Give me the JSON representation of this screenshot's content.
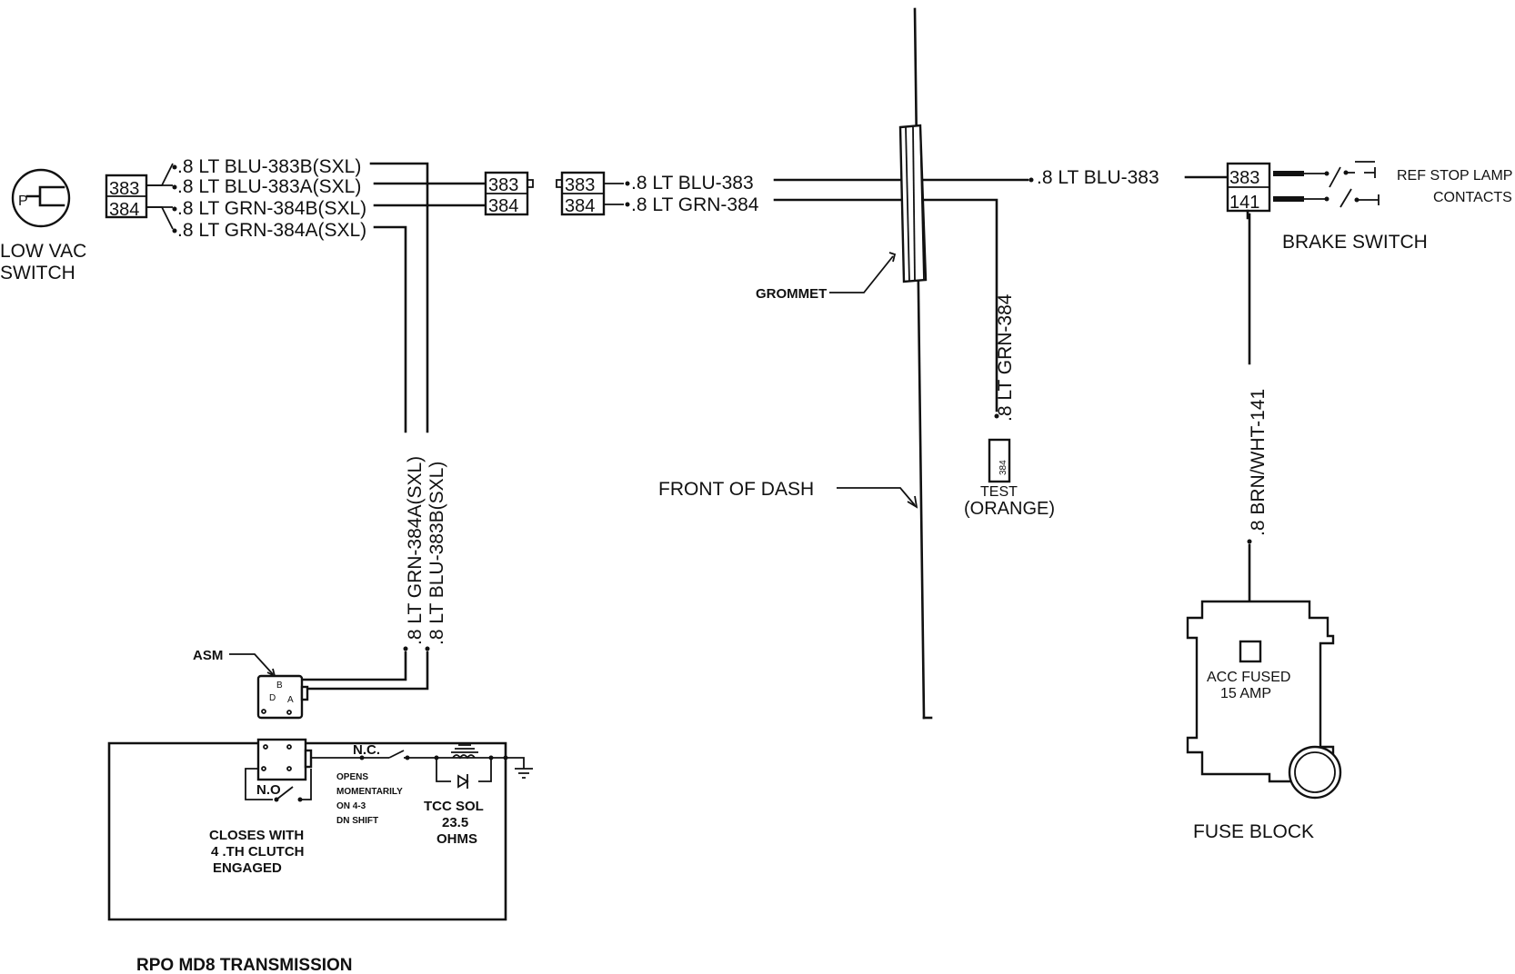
{
  "left_component": {
    "label_line1": "LOW VAC",
    "label_line2": "SWITCH",
    "connector_top": "383",
    "connector_bottom": "384"
  },
  "wires_left": [
    ".8 LT BLU-383B(SXL)",
    ".8 LT BLU-383A(SXL)",
    ".8 LT GRN-384B(SXL)",
    ".8 LT GRN-384A(SXL)"
  ],
  "connector_a": {
    "top": "383",
    "bottom": "384"
  },
  "connector_b": {
    "top": "383",
    "bottom": "384"
  },
  "wires_mid": [
    ".8 LT BLU-383",
    ".8 LT GRN-384"
  ],
  "grommet_label": "GROMMET",
  "front_of_dash_label": "FRONT OF DASH",
  "vertical_wires_left": [
    ".8 LT GRN-384A(SXL)",
    ".8 LT BLU-383B(SXL)"
  ],
  "test_wire": ".8 LT GRN-384",
  "test_connector": "384",
  "test_label_line1": "TEST",
  "test_label_line2": "(ORANGE)",
  "brake_wire_in": ".8 LT BLU-383",
  "brake_switch": {
    "connector_top": "383",
    "connector_bottom": "141",
    "label": "BRAKE SWITCH",
    "contacts_line1": "REF STOP LAMP",
    "contacts_line2": "CONTACTS"
  },
  "fuse_wire": ".8 BRN/WHT-141",
  "fuse_block": {
    "fuse_line1": "ACC FUSED",
    "fuse_line2": "15 AMP",
    "label": "FUSE BLOCK"
  },
  "asm": {
    "label": "ASM",
    "pin_b": "B",
    "pin_d": "D",
    "pin_a": "A"
  },
  "transmission": {
    "nc_label": "N.C.",
    "no_label": "N.O",
    "opens_line1": "OPENS",
    "opens_line2": "MOMENTARILY",
    "opens_line3": "ON 4-3",
    "opens_line4": "DN SHIFT",
    "closes_line1": "CLOSES WITH",
    "closes_line2": "4 .TH CLUTCH",
    "closes_line3": "ENGAGED",
    "tcc_line1": "TCC SOL",
    "tcc_line2": "23.5",
    "tcc_line3": "OHMS",
    "title": "RPO MD8 TRANSMISSION"
  }
}
